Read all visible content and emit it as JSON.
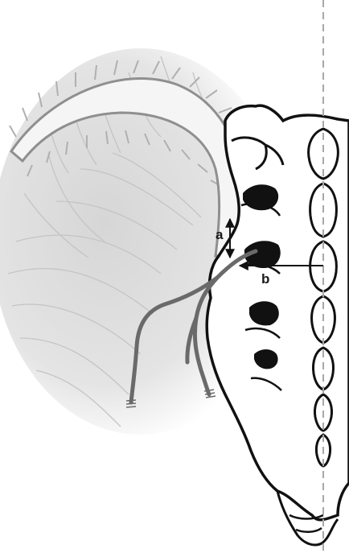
{
  "diagram": {
    "labels": {
      "a": "a",
      "b": "b"
    },
    "colors": {
      "outline": "#111111",
      "iliac_crest_fill": "#f4f4f4",
      "iliac_crest_edge": "#9a9a9a",
      "muscle_fibers": "#b8b8b8",
      "nerve": "#6a6a6a",
      "foramen": "#111111",
      "midline": "#a8a8a8",
      "shadow": "#d9d9d9"
    },
    "elements": [
      "ilium",
      "iliac-crest",
      "muscle-fibers",
      "sacrum",
      "vertebral-column",
      "sacral-foramina",
      "cluneal-nerves",
      "midline",
      "measure-a",
      "measure-b"
    ]
  }
}
